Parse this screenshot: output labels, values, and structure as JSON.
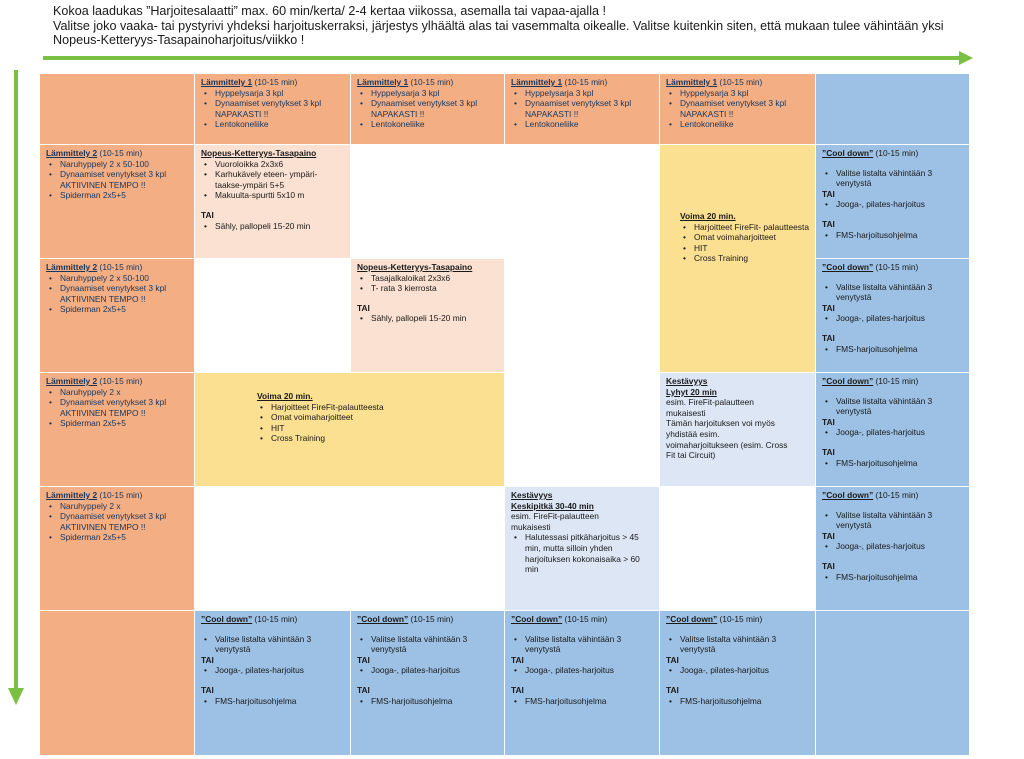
{
  "intro": {
    "line1": "Kokoa laadukas ”Harjoitesalaatti” max. 60 min/kerta/ 2-4 kertaa viikossa, asemalla tai vapaa-ajalla !",
    "line2": "Valitse joko vaaka- tai pystyrivi yhdeksi harjoituskerraksi, järjestys ylhäältä alas tai vasemmalta oikealle. Valitse kuitenkin siten, että mukaan tulee vähintään yksi",
    "line3": "Nopeus-Ketteryys-Tasapainoharjoitus/viikko !"
  },
  "colors": {
    "arrow": "#7ac043",
    "orange": "#f3ae84",
    "blue": "#9dc1e4",
    "yellow": "#fbe091",
    "peach": "#fbe1d2",
    "lightblue": "#dce6f5"
  },
  "warmup1": {
    "title": "Lämmittely 1",
    "duration": " (10-15 min)",
    "items": [
      "Hyppelysarja 3 kpl",
      "Dynaamiset venytykset 3 kpl NAPAKASTI !!",
      "Lentokoneliike"
    ]
  },
  "warmup2": {
    "title": "Lämmittely 2",
    "duration": " (10-15 min)",
    "rope_a": "Naruhyppely 2 x 50-100",
    "rope_b": "Naruhyppely 2 x",
    "dynamic": "Dynaamiset venytykset 3 kpl AKTIIVINEN TEMPO !!",
    "spiderman": "Spiderman 2x5+5"
  },
  "nkt1": {
    "title": "Nopeus-Ketteryys-Tasapaino",
    "items": [
      "Vuoroloikka 2x3x6",
      "Karhukävely eteen- ympäri- taakse-ympäri 5+5",
      "Makuulta-spurtti 5x10 m"
    ],
    "or": "TAI",
    "alt": "Sähly, pallopeli 15-20 min"
  },
  "nkt2": {
    "title": "Nopeus-Ketteryys-Tasapaino",
    "items": [
      "Tasajalkaloikat 2x3x6",
      "T- rata 3 kierrosta"
    ],
    "or": "TAI",
    "alt": "Sähly, pallopeli 15-20 min"
  },
  "strength": {
    "title": "Voima 20 min.",
    "items_a": [
      "Harjoitteet FireFit-palautteesta",
      "Omat voimaharjoitteet",
      "HIT",
      "Cross Training"
    ],
    "items_b": [
      "Harjoitteet FireFit- palautteesta",
      "Omat voimaharjoitteet",
      "HIT",
      "Cross Training"
    ]
  },
  "endurance_short": {
    "title": "Kestävyys",
    "subtitle": "Lyhyt 20 min",
    "lines": [
      "esim. FireFit-palautteen",
      "mukaisesti",
      "Tämän harjoituksen voi myös",
      "yhdistää esim.",
      "voimaharjoitukseen (esim. Cross",
      "Fit tai Circuit)"
    ]
  },
  "endurance_long": {
    "title": "Kestävyys",
    "subtitle": "Keskipitkä 30-40 min",
    "lines": [
      "esim. FireFit-palautteen",
      "mukaisesti"
    ],
    "item": "Halutessasi pitkäharjoitus > 45 min, mutta silloin yhden harjoituksen kokonaisaika > 60 min"
  },
  "cooldown": {
    "title": "”Cool down”",
    "duration": " (10-15 min)",
    "choose": "Valitse listalta vähintään 3 venytystä",
    "or": "TAI",
    "yoga": "Jooga-, pilates-harjoitus",
    "fms": "FMS-harjoitusohjelma"
  }
}
